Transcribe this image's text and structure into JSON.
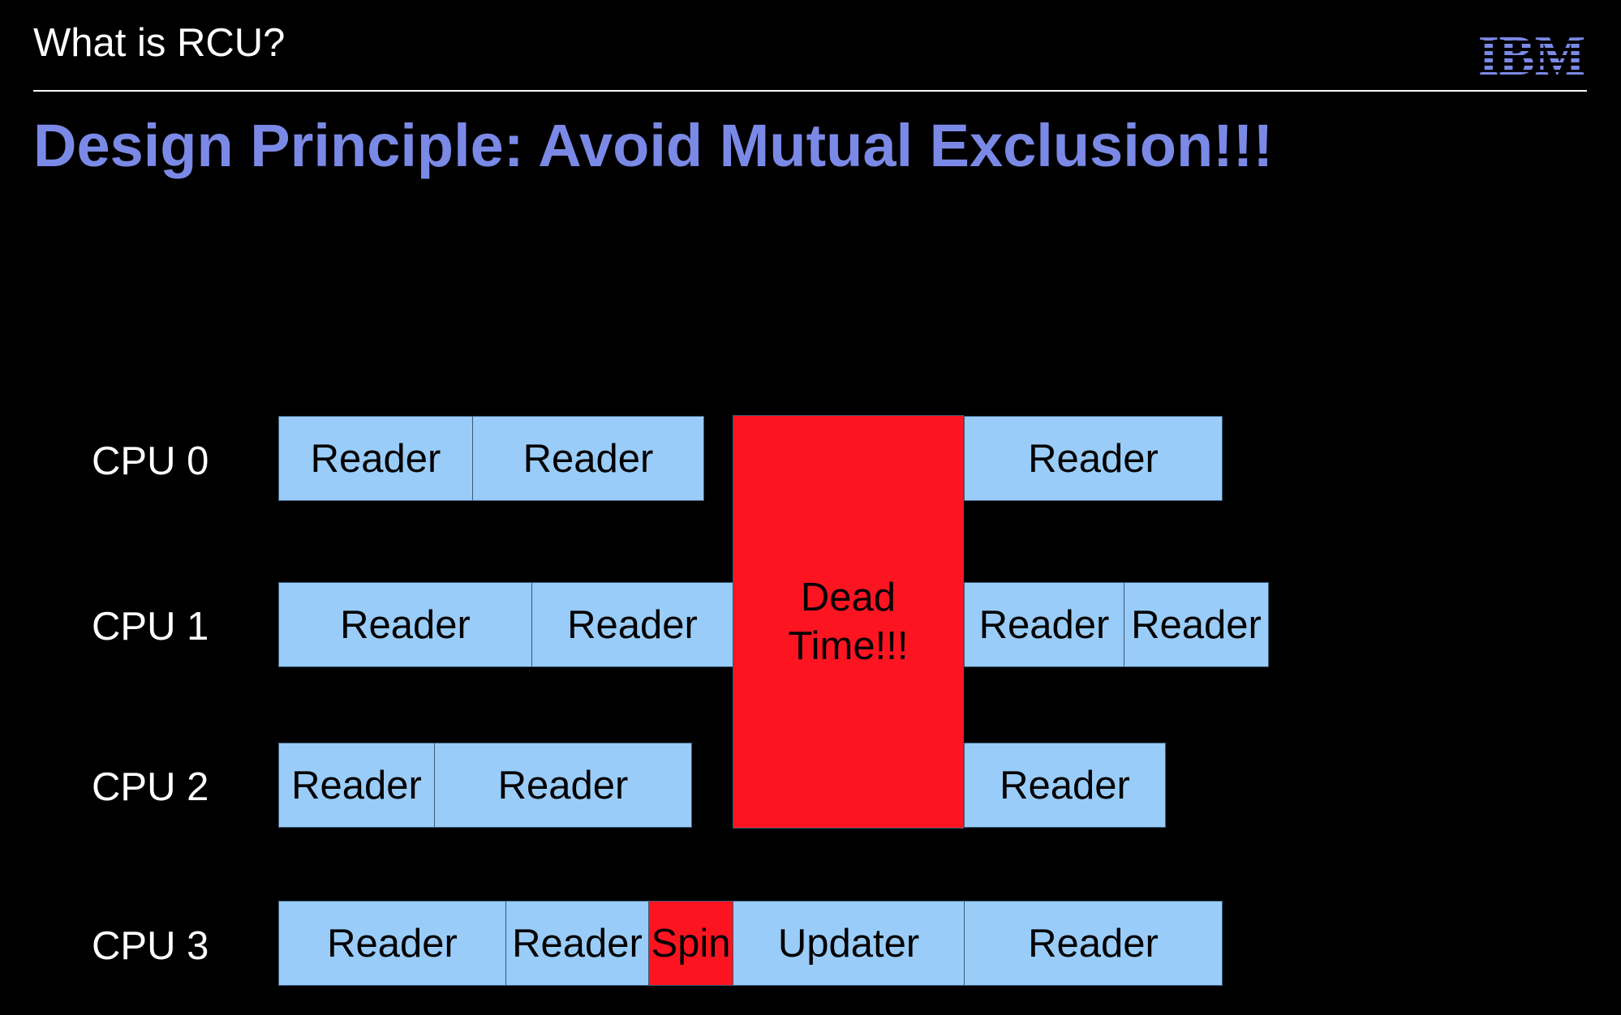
{
  "header": {
    "title": "What is RCU?",
    "logo_text": "IBM",
    "logo_color": "#7b89e6"
  },
  "slide": {
    "title": "Design Principle: Avoid Mutual Exclusion!!!"
  },
  "diagram": {
    "cpus": [
      "CPU 0",
      "CPU 1",
      "CPU 2",
      "CPU 3"
    ],
    "colors": {
      "reader": "#99ccf8",
      "blocking": "#fc1521",
      "title": "#7b89e6"
    },
    "cpu0": [
      "Reader",
      "Reader",
      "Reader"
    ],
    "cpu1": [
      "Reader",
      "Reader",
      "Reader",
      "Reader"
    ],
    "cpu2": [
      "Reader",
      "Reader",
      "Reader"
    ],
    "cpu3": [
      "Reader",
      "Reader",
      "Spin",
      "Updater",
      "Reader"
    ],
    "dead_time": [
      "Dead",
      "Time!!!"
    ]
  }
}
